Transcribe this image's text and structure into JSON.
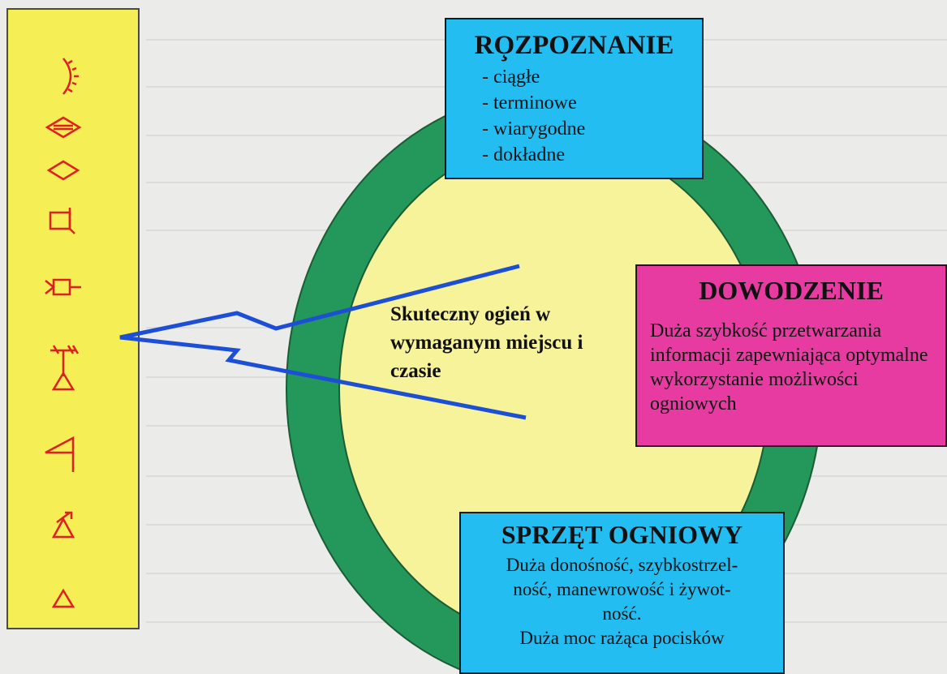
{
  "center_text": "Skuteczny ogień w wymaganym miejscu i czasie",
  "reconnaissance": {
    "title": "RO̧ZPOZNANIE",
    "items": [
      "- ciągłe",
      "- terminowe",
      "- wiarygodne",
      "- dokładne"
    ]
  },
  "command": {
    "title": "DOWODZENIE",
    "text": "Duża szybkość przetwarzania informacji zapewniająca optymalne wykorzystanie możliwości ogniowych"
  },
  "equipment": {
    "title": "SPRZĘT OGNIOWY",
    "line1": "Duża donośność, szybkostrzel-",
    "line2": "ność, manewrowość i żywot-",
    "line3": "ność.",
    "line4": "Duża moc rażąca pocisków"
  },
  "legend": {
    "symbols": [
      "arc-hash-icon",
      "diamond-hatched-icon",
      "diamond-icon",
      "square-flag-icon",
      "square-antenna-icon",
      "antenna-triangle-icon",
      "pennant-icon",
      "dish-triangle-icon",
      "triangle-icon"
    ]
  },
  "colors": {
    "ring": "#23985a",
    "ring_inner": "#f6f39a",
    "legend_bg": "#f6ee55",
    "recon_box": "#23bdf2",
    "command_box": "#e83ba2",
    "arrow": "#1d4fd6",
    "symbols": "#e02020"
  }
}
